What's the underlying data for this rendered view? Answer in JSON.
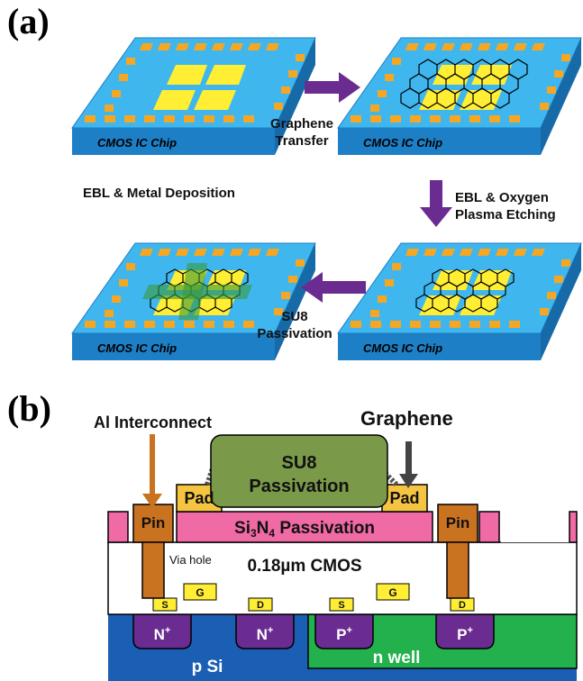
{
  "panel_a": {
    "label": "(a)",
    "chip_label": "CMOS IC Chip",
    "steps": {
      "step1": "EBL & Metal Deposition",
      "step2_line1": "Graphene",
      "step2_line2": "Transfer",
      "step3_line1": "EBL & Oxygen",
      "step3_line2": "Plasma Etching",
      "step4_line1": "SU8",
      "step4_line2": "Passivation"
    }
  },
  "panel_b": {
    "label": "(b)",
    "al_interconnect": "Al Interconnect",
    "graphene": "Graphene",
    "su8_line1": "SU8",
    "su8_line2": "Passivation",
    "pad": "Pad",
    "pin": "Pin",
    "si3n4_prefix": "Si",
    "si3n4_sub1": "3",
    "si3n4_mid": "N",
    "si3n4_sub2": "4",
    "si3n4_suffix": " Passivation",
    "via_hole": "Via hole",
    "cmos": "0.18µm CMOS",
    "s": "S",
    "g": "G",
    "d": "D",
    "nplus": "N",
    "pplus": "P",
    "plus": "+",
    "n_well": "n well",
    "p_si": "p Si"
  },
  "colors": {
    "chip_top": "#3fb6ee",
    "chip_side": "#1d7fc6",
    "gold_pad": "#f5a623",
    "yellow_pad": "#ffee33",
    "arrow": "#6a2c91",
    "graphene_green": "#3a9a3a",
    "su8": "#7a9a4a",
    "pad_orange": "#f5c542",
    "pin": "#c9721f",
    "si3n4": "#f06aa6",
    "substrate": "#1a5fb4",
    "nwell": "#22b14c",
    "implant": "#6a2c91"
  }
}
